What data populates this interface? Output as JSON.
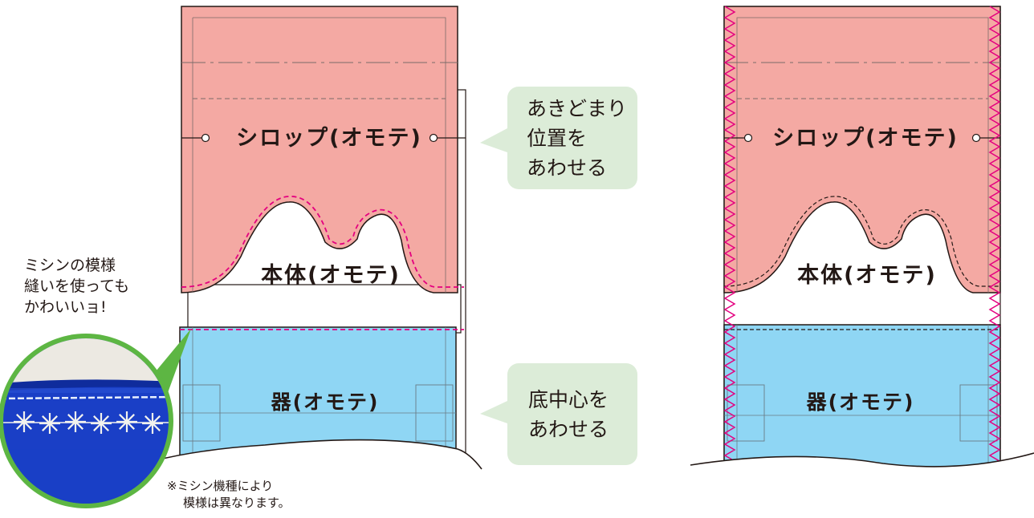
{
  "diagram": {
    "labels": {
      "syrup": "シロップ(オモテ)",
      "body": "本体(オモテ)",
      "vessel": "器(オモテ)"
    },
    "callouts": {
      "opening": [
        "あきどまり",
        "位置を",
        "あわせる"
      ],
      "center": [
        "底中心を",
        "あわせる"
      ]
    },
    "tip": [
      "ミシンの模様",
      "縫いを使っても",
      "かわいいョ!"
    ],
    "disclaimer": [
      "※ミシン機種により",
      "模様は異なります。"
    ],
    "colors": {
      "syrup": "#f4a9a3",
      "vessel": "#8fd6f4",
      "stitch_magenta": "#e4007f",
      "bubble": "#dcecd8",
      "ring": "#5db643",
      "fabric_blue": "#1a3fc6"
    }
  }
}
